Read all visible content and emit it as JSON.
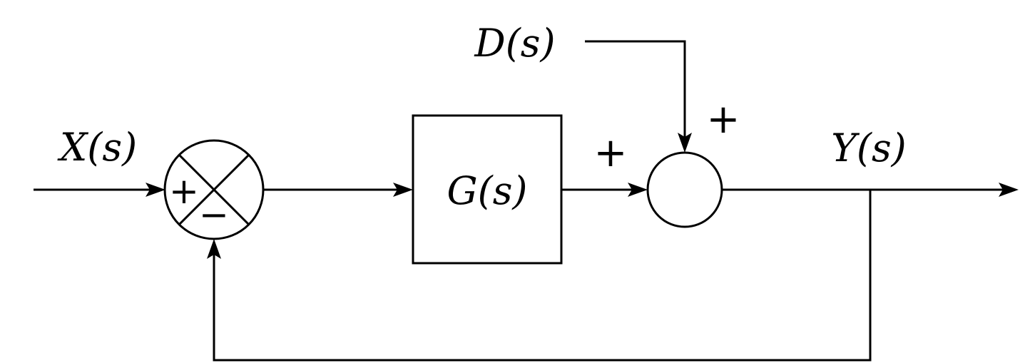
{
  "diagram": {
    "labels": {
      "input": "X(s)",
      "disturbance": "D(s)",
      "plant": "G(s)",
      "output": "Y(s)"
    },
    "signs": {
      "summer_positive": "+",
      "summer_negative": "−",
      "plant_to_adder": "+",
      "disturbance_to_adder": "+"
    },
    "colors": {
      "line": "#000000",
      "background": "#ffffff"
    }
  }
}
